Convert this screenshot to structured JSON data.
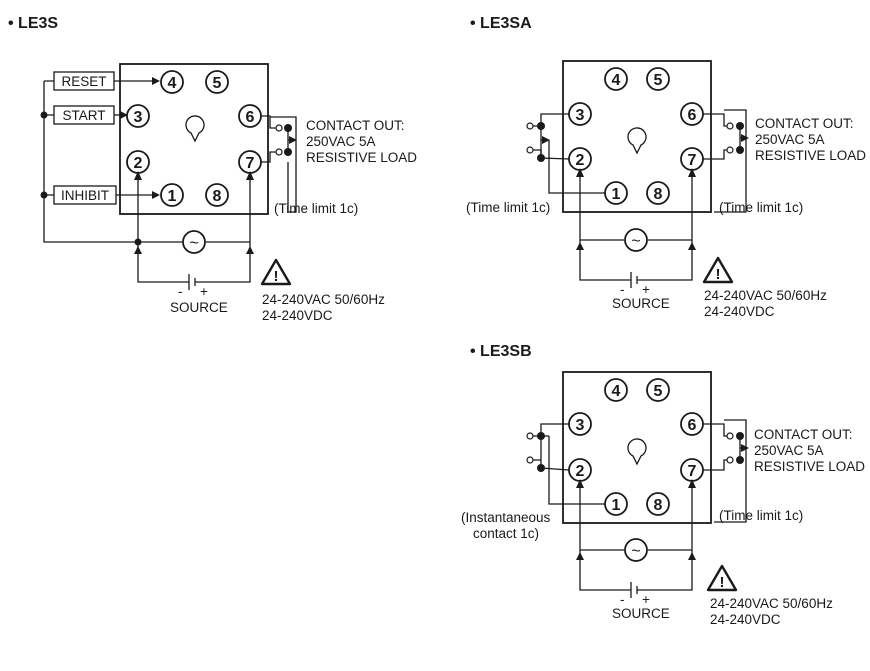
{
  "diagrams": [
    {
      "title": "• LE3S",
      "pins": [
        "4",
        "5",
        "3",
        "6",
        "2",
        "7",
        "1",
        "8"
      ],
      "inputs": [
        "RESET",
        "START",
        "INHIBIT"
      ],
      "contact_label": "(Time limit 1c)",
      "contact_out": [
        "CONTACT OUT:",
        "250VAC 5A",
        "RESISTIVE LOAD"
      ],
      "ac_symbol": "~",
      "source_minus": "-",
      "source_plus": "+",
      "source_label": "SOURCE",
      "warning_mark": "!",
      "power": [
        "24-240VAC 50/60Hz",
        "24-240VDC"
      ]
    },
    {
      "title": "• LE3SA",
      "pins": [
        "4",
        "5",
        "3",
        "6",
        "2",
        "7",
        "1",
        "8"
      ],
      "left_contact_label": "(Time limit 1c)",
      "right_contact_label": "(Time limit 1c)",
      "contact_out": [
        "CONTACT OUT:",
        "250VAC 5A",
        "RESISTIVE LOAD"
      ],
      "ac_symbol": "~",
      "source_minus": "-",
      "source_plus": "+",
      "source_label": "SOURCE",
      "warning_mark": "!",
      "power": [
        "24-240VAC 50/60Hz",
        "24-240VDC"
      ]
    },
    {
      "title": "• LE3SB",
      "pins": [
        "4",
        "5",
        "3",
        "6",
        "2",
        "7",
        "1",
        "8"
      ],
      "left_contact_label": [
        "(Instantaneous",
        "contact 1c)"
      ],
      "right_contact_label": "(Time limit 1c)",
      "contact_out": [
        "CONTACT OUT:",
        "250VAC 5A",
        "RESISTIVE LOAD"
      ],
      "ac_symbol": "~",
      "source_minus": "-",
      "source_plus": "+",
      "source_label": "SOURCE",
      "warning_mark": "!",
      "power": [
        "24-240VAC 50/60Hz",
        "24-240VDC"
      ]
    }
  ]
}
